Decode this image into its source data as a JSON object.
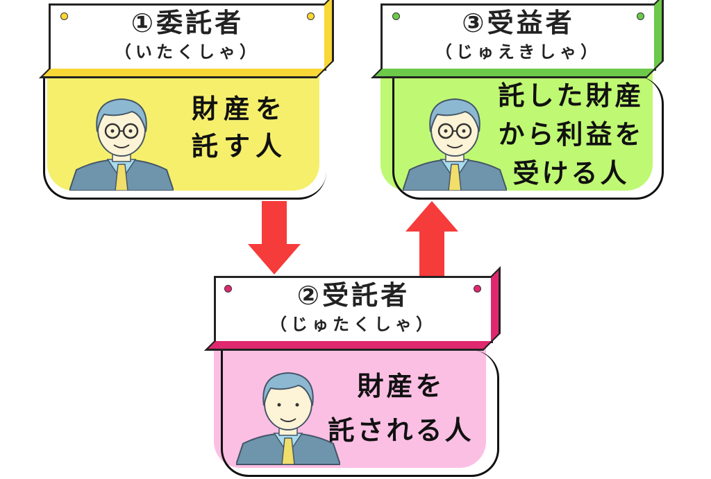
{
  "cards": [
    {
      "number": "①",
      "title": "委託者",
      "reading": "（いたくしゃ）",
      "description": [
        "財産を",
        "託す人"
      ],
      "accent": "#f8d737",
      "fill": "#f5ef6c"
    },
    {
      "number": "②",
      "title": "受託者",
      "reading": "（じゅたくしゃ）",
      "description": [
        "財産を",
        "託される人"
      ],
      "accent": "#e0286f",
      "fill": "#fbbfe4"
    },
    {
      "number": "③",
      "title": "受益者",
      "reading": "（じゅえきしゃ）",
      "description": [
        "託した財産",
        "から利益を",
        "受ける人"
      ],
      "accent": "#6cc94a",
      "fill": "#bff873"
    }
  ],
  "arrow_color": "#f63b3b"
}
